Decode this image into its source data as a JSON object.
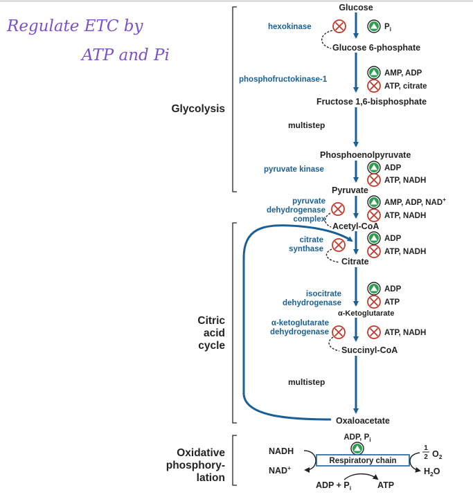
{
  "annotation": {
    "line1": "Regulate ETC by",
    "line2": "ATP and Pi"
  },
  "sections": {
    "glycolysis": "Glycolysis",
    "citric": [
      "Citric",
      "acid",
      "cycle"
    ],
    "oxphos": [
      "Oxidative",
      "phosphory-",
      "lation"
    ]
  },
  "molecules": {
    "glucose": "Glucose",
    "g6p": "Glucose 6-phosphate",
    "f16bp": "Fructose 1,6-bisphosphate",
    "pep": "Phosphoenolpyruvate",
    "pyruvate": "Pyruvate",
    "acetylcoa": "Acetyl-CoA",
    "citrate": "Citrate",
    "akg": "α-Ketoglutarate",
    "succinylcoa": "Succinyl-CoA",
    "oxaloacetate": "Oxaloacetate"
  },
  "steps": {
    "multistep1": "multistep",
    "multistep2": "multistep"
  },
  "enzymes": {
    "hexokinase": "hexokinase",
    "pfk1": "phosphofructokinase-1",
    "pyruvate_kinase": "pyruvate kinase",
    "pdh": [
      "pyruvate",
      "dehydrogenase",
      "complex"
    ],
    "citrate_synthase": [
      "citrate",
      "synthase"
    ],
    "idh": [
      "isocitrate",
      "dehydrogenase"
    ],
    "akgdh": [
      "α-ketoglutarate",
      "dehydrogenase"
    ]
  },
  "regulators": {
    "hexokinase_activator": "P",
    "hexokinase_activator_sub": "i",
    "pfk1_activators": "AMP, ADP",
    "pfk1_inhibitors": "ATP, citrate",
    "pk_activators": "ADP",
    "pk_inhibitors": "ATP, NADH",
    "pdh_activators": "AMP, ADP, NAD",
    "pdh_activators_sup": "+",
    "pdh_inhibitors": "ATP, NADH",
    "cs_activators": "ADP",
    "cs_inhibitors": "ATP, NADH",
    "idh_activators": "ADP",
    "idh_inhibitors": "ATP",
    "akgdh_inhibitors": "ATP, NADH"
  },
  "oxphos": {
    "regulator": "ADP, P",
    "regulator_sub": "i",
    "chain": "Respiratory chain",
    "nadh": "NADH",
    "nad": "NAD",
    "nad_sup": "+",
    "half": "1",
    "half_den": "2",
    "o2": "O",
    "o2_sub": "2",
    "h2o_h": "H",
    "h2o_sub": "2",
    "h2o_o": "O",
    "adp_pi": "ADP + P",
    "adp_pi_sub": "i",
    "atp": "ATP"
  },
  "colors": {
    "arrow": "#1a5f96",
    "activator": "#2e9e4f",
    "inhibitor": "#c0392b",
    "enzyme_text": "#1a5f96",
    "annotation": "#7a4fd0"
  }
}
